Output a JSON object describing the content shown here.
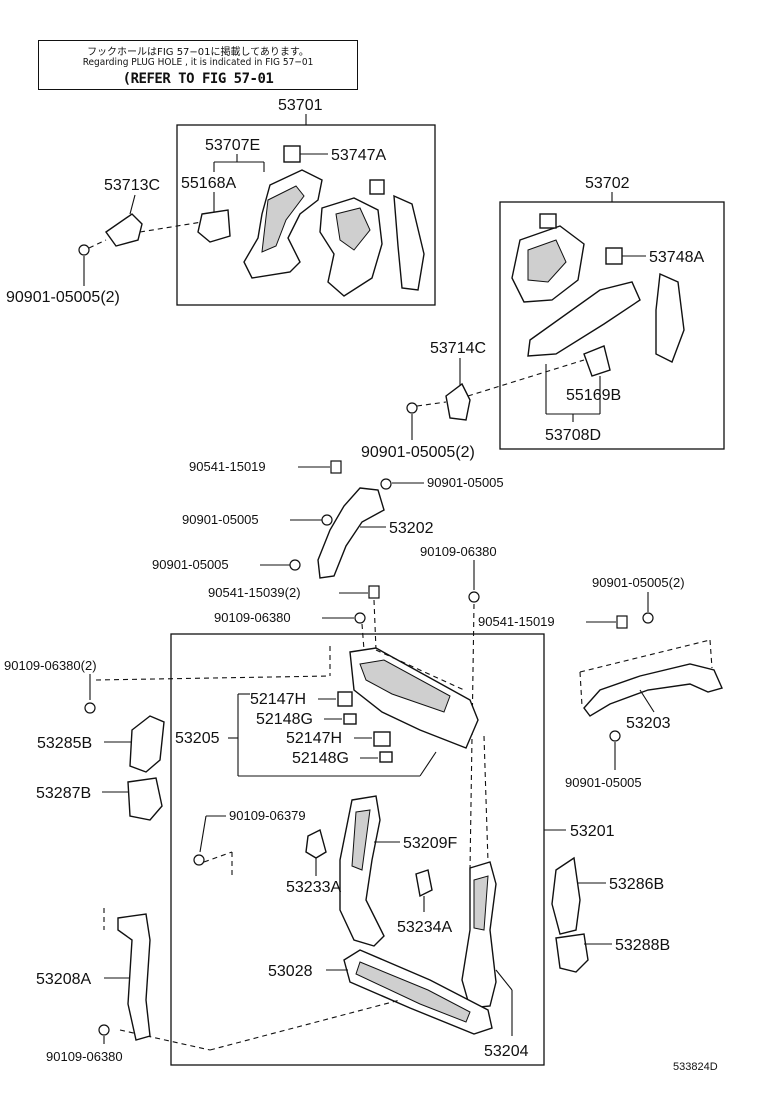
{
  "note": {
    "line1": "フックホールはFIG 57−01に掲載してあります。",
    "line2": "Regarding PLUG HOLE , it is indicated in FIG 57−01",
    "line3": "(REFER TO FIG 57-01"
  },
  "labels": {
    "p53701": "53701",
    "p53707E": "53707E",
    "p53747A": "53747A",
    "p53713C": "53713C",
    "p55168A": "55168A",
    "p90901_05005_2a": "90901-05005(2)",
    "p53702": "53702",
    "p53748A": "53748A",
    "p53714C": "53714C",
    "p55169B": "55169B",
    "p90901_05005_2b": "90901-05005(2)",
    "p53708D": "53708D",
    "p90541_15019a": "90541-15019",
    "p90901_05005a": "90901-05005",
    "p90901_05005b": "90901-05005",
    "p53202": "53202",
    "p90901_05005c": "90901-05005",
    "p90109_06380a": "90109-06380",
    "p90541_15039_2": "90541-15039(2)",
    "p90109_06380b": "90109-06380",
    "p90901_05005_2c": "90901-05005(2)",
    "p90541_15019b": "90541-15019",
    "p90109_06380_2": "90109-06380(2)",
    "p52147H_a": "52147H",
    "p52148G_a": "52148G",
    "p53205": "53205",
    "p52147H_b": "52147H",
    "p52148G_b": "52148G",
    "p53203": "53203",
    "p53285B": "53285B",
    "p53287B": "53287B",
    "p90901_05005d": "90901-05005",
    "p90109_06379": "90109-06379",
    "p53209F": "53209F",
    "p53201": "53201",
    "p53233A": "53233A",
    "p53286B": "53286B",
    "p53234A": "53234A",
    "p53288B": "53288B",
    "p53208A": "53208A",
    "p53028": "53028",
    "p90109_06380c": "90109-06380",
    "p53204": "53204"
  },
  "figure_id": "533824D"
}
